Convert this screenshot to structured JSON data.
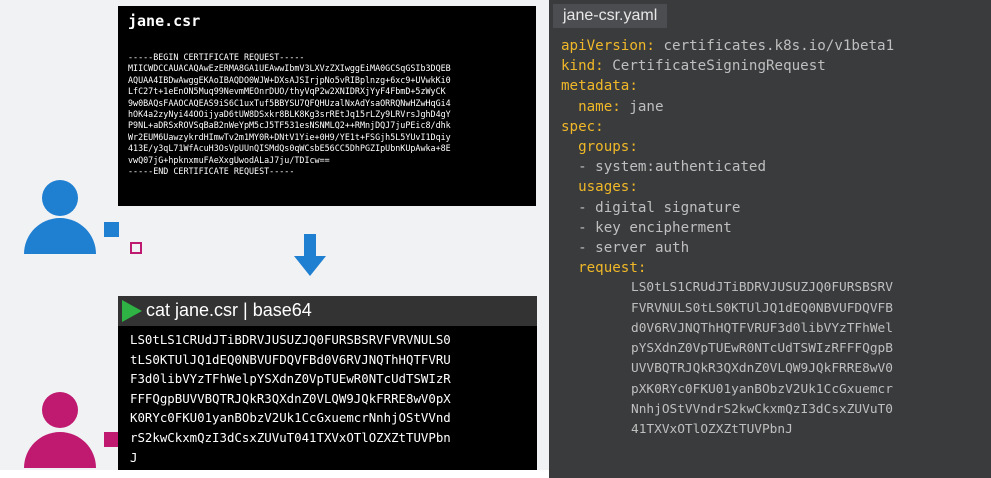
{
  "csr": {
    "title": "jane.csr",
    "content": "-----BEGIN CERTIFICATE REQUEST-----\nMIICWDCCAUACAQAwEzERMA8GA1UEAwwIbmV3LXVzZXIwggEiMA0GCSqGSIb3DQEB\nAQUAA4IBDwAwggEKAoIBAQDO0WJW+DXsAJSIrjpNo5vRIBplnzg+6xc9+UVwkKi0\nLfC27t+1eEnON5Muq99NevmMEOnrDUO/thyVqP2w2XNIDRXjYyF4FbmD+5zWyCK\n9w0BAQsFAAOCAQEAS9iS6C1uxTuf5BBYSU7QFQHUzalNxAdYsaORRQNwHZwHqGi4\nhOK4a2zyNyi44OOijyaD6tUW8DSxkr8BLK8Kg3srREtJq15rLZy9LRVrsJghD4gY\nP9NL+aDRSxROVSqBaB2nWeYpM5cJ5TF531esNSNMLQ2++RMnjDQJ7juPEic8/dhk\nWr2EUM6UawzykrdHImwTv2m1MY0R+DNtV1Yie+0H9/YE1t+FSGjh5L5YUvI1Dqiy\n413E/y3qL71WfAcuH3OsVpUUnQISMdQs0qWCsbE56CC5DhPGZIpUbnKUpAwka+8E\nvwQ07jG+hpknxmuFAeXxgUwodALaJ7ju/TDIcw==\n-----END CERTIFICATE REQUEST-----"
  },
  "base64": {
    "command": "cat jane.csr | base64",
    "output": "LS0tLS1CRUdJTiBDRVJUSUZJQ0FURSBSRVFVRVNULS0\ntLS0KTUlJQ1dEQ0NBVUFDQVFBd0V6RVJNQThHQTFVRU\nF3d0libVYzTFhWelpYSXdnZ0VpTUEwR0NTcUdTSWIzR\nFFFQgpBUVVBQTRJQkR3QXdnZ0VLQW9JQkFRRE8wV0pX\nK0RYc0FKU01yanBObzV2Uk1CcGxuemcrNnhjOStVVnd\nrS2kwCkxmQzI3dCsxZUVuT041TXVxOTlOZXZtTUVPbn\nJ"
  },
  "yaml": {
    "tab": "jane-csr.yaml",
    "lines": [
      {
        "key": "apiVersion:",
        "value": " certificates.k8s.io/v1beta1",
        "indent": ""
      },
      {
        "key": "kind:",
        "value": " CertificateSigningRequest",
        "indent": ""
      },
      {
        "key": "metadata:",
        "value": "",
        "indent": ""
      },
      {
        "key": "name:",
        "value": " jane",
        "indent": "  "
      },
      {
        "key": "spec:",
        "value": "",
        "indent": ""
      },
      {
        "key": "groups:",
        "value": "",
        "indent": "  "
      },
      {
        "key": "",
        "value": "- system:authenticated",
        "indent": "  "
      },
      {
        "key": "usages:",
        "value": "",
        "indent": "  "
      },
      {
        "key": "",
        "value": "- digital signature",
        "indent": "  "
      },
      {
        "key": "",
        "value": "- key encipherment",
        "indent": "  "
      },
      {
        "key": "",
        "value": "- server auth",
        "indent": "  "
      },
      {
        "key": "request:",
        "value": "",
        "indent": "  "
      }
    ],
    "request_value": "LS0tLS1CRUdJTiBDRVJUSUZJQ0FURSBSRV\nFVRVNULS0tLS0KTUlJQ1dEQ0NBVUFDQVFB\nd0V6RVJNQThHQTFVRUF3d0libVYzTFhWel\npYSXdnZ0VpTUEwR0NTcUdTSWIzRFFFQgpB\nUVVBQTRJQkR3QXdnZ0VLQW9JQkFRRE8wV0\npXK0RYc0FKU01yanBObzV2Uk1CcGxuemcr\nNnhjOStVVndrS2kwCkxmQzI3dCsxZUVuT0\n41TXVxOTlOZXZtTUVPbnJ"
  },
  "colors": {
    "user_blue": "#1f7fd1",
    "user_pink": "#bf1a6f",
    "yaml_key": "#f0b828",
    "play_green": "#2fb344"
  }
}
